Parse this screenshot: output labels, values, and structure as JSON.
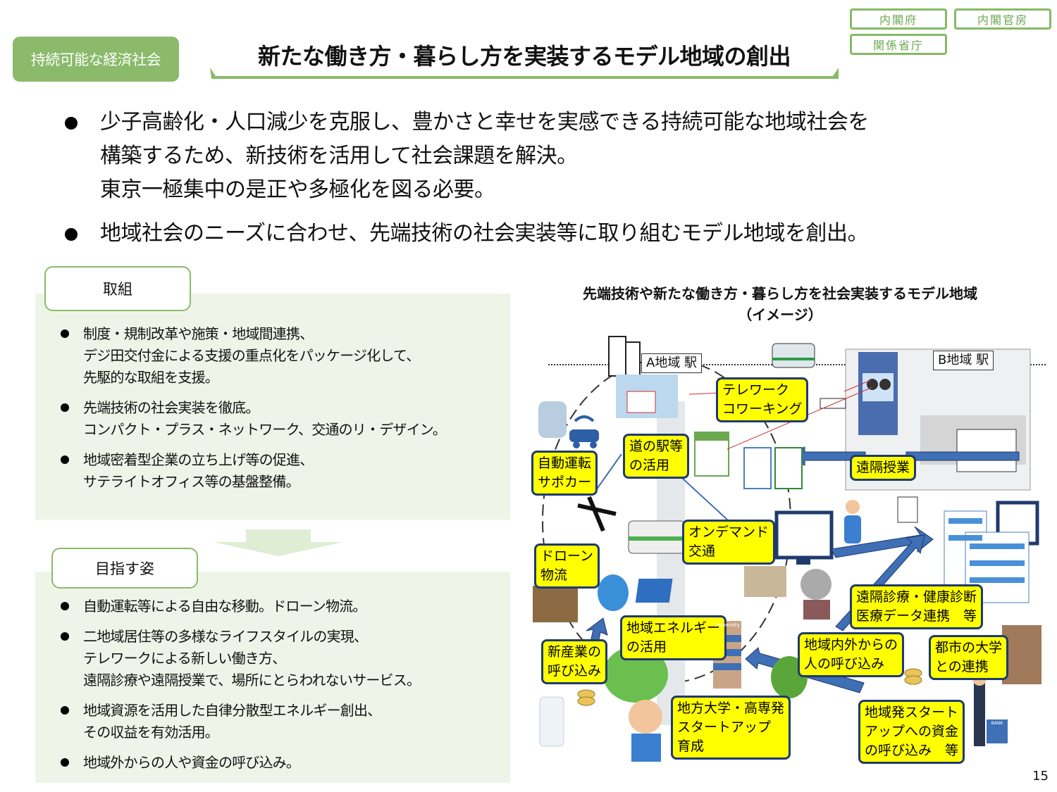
{
  "header": {
    "category": "持続可能な経済社会",
    "title": "新たな働き方・暮らし方を実装するモデル地域の創出",
    "ministries": [
      "内閣府",
      "内閣官房",
      "関係省庁"
    ],
    "accent_color": "#8aba6a"
  },
  "intro": {
    "items": [
      {
        "lines": [
          "少子高齢化・人口減少を克服し、豊かさと幸せを実感できる持続可能な地域社会を",
          "構築するため、新技術を活用して社会課題を解決。",
          "東京一極集中の是正や多極化を図る必要。"
        ]
      },
      {
        "lines": [
          "地域社会のニーズに合わせ、先端技術の社会実装等に取り組むモデル地域を創出。"
        ]
      }
    ]
  },
  "initiatives": {
    "tab_label": "取組",
    "items": [
      {
        "lines": [
          "制度・規制改革や施策・地域間連携、",
          "デジ田交付金による支援の重点化をパッケージ化して、",
          "先駆的な取組を支援。"
        ]
      },
      {
        "lines": [
          "先端技術の社会実装を徹底。",
          "コンパクト・プラス・ネットワーク、交通のリ・デザイン。"
        ]
      },
      {
        "lines": [
          "地域密着型企業の立ち上げ等の促進、",
          "サテライトオフィス等の基盤整備。"
        ]
      }
    ]
  },
  "goals": {
    "tab_label": "目指す姿",
    "items": [
      {
        "lines": [
          "自動運転等による自由な移動。ドローン物流。"
        ]
      },
      {
        "lines": [
          "二地域居住等の多様なライフスタイルの実現、",
          "テレワークによる新しい働き方、",
          "遠隔診療や遠隔授業で、場所にとらわれないサービス。"
        ]
      },
      {
        "lines": [
          "地域資源を活用した自律分散型エネルギー創出、",
          "その収益を有効活用。"
        ]
      },
      {
        "lines": [
          "地域外からの人や資金の呼び込み。"
        ]
      }
    ]
  },
  "figure": {
    "title_line1": "先端技術や新たな働き方・暮らし方を社会実装するモデル地域",
    "title_line2": "（イメージ）",
    "stations": {
      "a": "A地域 駅",
      "b": "B地域 駅"
    },
    "labels": {
      "telework": "テレワーク\nコワーキング",
      "michinoeki": "道の駅等\nの活用",
      "autodrive": "自動運転\nサポカー",
      "remote_class": "遠隔授業",
      "ondemand": "オンデマンド\n交通",
      "drone": "ドローン\n物流",
      "remote_medical": "遠隔診療・健康診断\n医療データ連携　等",
      "energy": "地域エネルギー\nの活用",
      "new_industry": "新産業の\n呼び込み",
      "people": "地域内外からの\n人の呼び込み",
      "city_univ": "都市の大学\nとの連携",
      "startup": "地方大学・高専発\nスタートアップ\n育成",
      "funding": "地域発スタート\nアップへの資金\nの呼び込み　等"
    },
    "university_sign": "University",
    "bank_sign": "BANK"
  },
  "page_number": "15"
}
